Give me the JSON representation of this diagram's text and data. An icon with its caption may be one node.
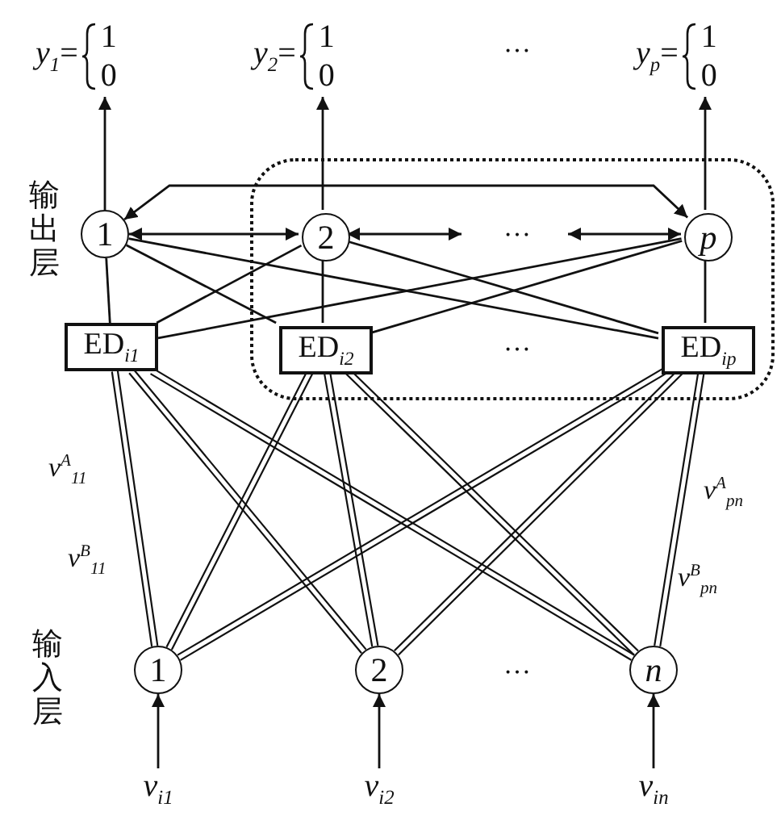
{
  "diagram": {
    "nodes": [
      {
        "text": [
          "*y*$_{1}$=",
          "1",
          "0"
        ]
      },
      {
        "text": [
          "*y*$_{2}$=",
          "1",
          "0"
        ]
      },
      {
        "text": [
          "*y*$_{p}$=",
          "1",
          "0"
        ]
      },
      {
        "text": [],
        "shape": "box"
      },
      {
        "text": [
          "1"
        ]
      },
      {
        "text": [
          "2"
        ],
        "in": 3
      },
      {
        "text": [
          "*p*"
        ],
        "in": 3
      },
      {
        "text": [
          "ED$_{i1}$"
        ]
      },
      {
        "text": [
          "ED$_{i2}$"
        ],
        "in": 3
      },
      {
        "text": [
          "ED$_{ip}$"
        ],
        "in": 3
      },
      {
        "text": [
          "1"
        ]
      },
      {
        "text": [
          "2"
        ]
      },
      {
        "text": [
          "*n*"
        ]
      },
      {
        "text": [
          "*v*$_{i1}$"
        ]
      },
      {
        "text": [
          "*v*$_{i2}$"
        ]
      },
      {
        "text": [
          "*v*$_{in}$"
        ]
      }
    ],
    "edges": [
      {
        "from": 4,
        "to": 0,
        "arrow": "to"
      },
      {
        "from": 5,
        "to": 1,
        "arrow": "to"
      },
      {
        "from": 6,
        "to": 2,
        "arrow": "to"
      },
      {
        "from": 4,
        "to": 6,
        "arrow": "both"
      },
      {
        "from": 4,
        "to": 5,
        "arrow": "both"
      },
      {
        "from": 5,
        "to": null,
        "arrow": "both"
      },
      {
        "from": null,
        "to": 6,
        "arrow": "both"
      },
      {
        "from": 4,
        "to": 7,
        "arrow": "none"
      },
      {
        "from": 4,
        "to": 8,
        "arrow": "none"
      },
      {
        "from": 4,
        "to": 9,
        "arrow": "none"
      },
      {
        "from": 5,
        "to": 7,
        "arrow": "none"
      },
      {
        "from": 5,
        "to": 8,
        "arrow": "none"
      },
      {
        "from": 5,
        "to": 9,
        "arrow": "none"
      },
      {
        "from": 6,
        "to": 7,
        "arrow": "none"
      },
      {
        "from": 6,
        "to": 8,
        "arrow": "none"
      },
      {
        "from": 6,
        "to": 9,
        "arrow": "none"
      },
      {
        "from": 10,
        "to": 7,
        "arrow": "none"
      },
      {
        "from": 10,
        "to": 8,
        "arrow": "none"
      },
      {
        "from": 10,
        "to": 9,
        "arrow": "none"
      },
      {
        "from": 11,
        "to": 7,
        "arrow": "none"
      },
      {
        "from": 11,
        "to": 8,
        "arrow": "none"
      },
      {
        "from": 11,
        "to": 9,
        "arrow": "none"
      },
      {
        "from": 12,
        "to": 7,
        "arrow": "none"
      },
      {
        "from": 12,
        "to": 8,
        "arrow": "none"
      },
      {
        "from": 12,
        "to": 9,
        "arrow": "none"
      },
      {
        "from": 13,
        "to": 10,
        "arrow": "to"
      },
      {
        "from": 14,
        "to": 11,
        "arrow": "to"
      },
      {
        "from": 15,
        "to": 12,
        "arrow": "to"
      }
    ],
    "labels": [
      "…",
      "输出层",
      "…",
      "…",
      "*v*$^{A}$$_{11}$",
      "*v*$^{B}$$_{11}$",
      "*v*$^{A}$$_{pn}$",
      "*v*$^{B}$$_{pn}$",
      "输入层",
      "…"
    ]
  }
}
